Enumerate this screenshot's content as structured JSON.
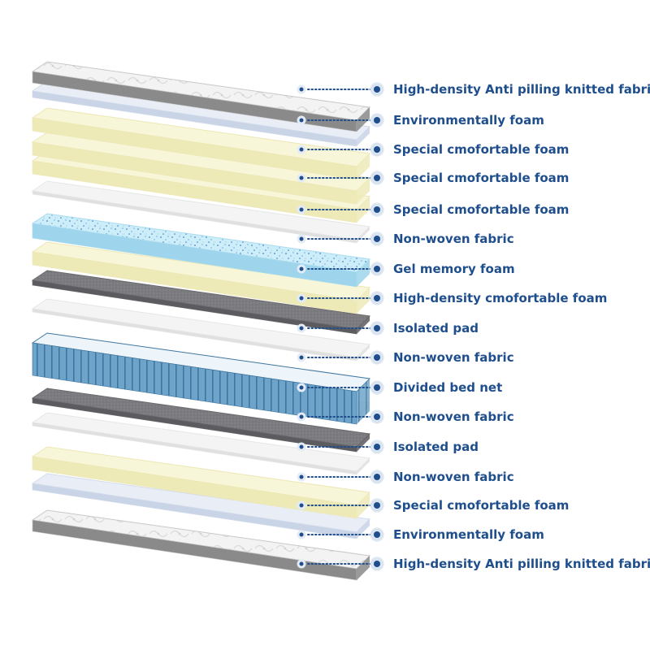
{
  "layers": [
    {
      "label": "High-density Anti pilling knitted fabric",
      "material": "knitted-fabric-top"
    },
    {
      "label": "Environmentally foam",
      "material": "environmental-foam"
    },
    {
      "label": "Special  cmofortable foam",
      "material": "comfort-foam"
    },
    {
      "label": "Special  cmofortable foam",
      "material": "comfort-foam"
    },
    {
      "label": "Special  cmofortable foam",
      "material": "comfort-foam"
    },
    {
      "label": "Non-woven fabric",
      "material": "non-woven"
    },
    {
      "label": "Gel memory foam",
      "material": "gel-memory-foam"
    },
    {
      "label": "High-density cmofortable foam",
      "material": "comfort-foam"
    },
    {
      "label": "Isolated pad",
      "material": "isolated-pad"
    },
    {
      "label": "Non-woven fabric",
      "material": "non-woven"
    },
    {
      "label": "Divided bed net",
      "material": "spring-net"
    },
    {
      "label": "Non-woven fabric",
      "material": "non-woven"
    },
    {
      "label": "Isolated pad",
      "material": "isolated-pad"
    },
    {
      "label": "Non-woven fabric",
      "material": "non-woven"
    },
    {
      "label": "Special  cmofortable foam",
      "material": "comfort-foam"
    },
    {
      "label": "Environmentally foam",
      "material": "environmental-foam"
    },
    {
      "label": "High-density Anti pilling knitted fabric",
      "material": "knitted-fabric-bottom"
    }
  ],
  "colors": {
    "label_text": "#1f4e8c",
    "connector": "#1f4e8c",
    "knitted_fabric": "#f1f1f1",
    "environmental_foam": "#e9eef6",
    "comfort_foam": "#f8f6d8",
    "non_woven": "#f4f4f4",
    "gel_foam": "#c9ecf7",
    "gel_speckle": "#4a90d9",
    "isolated_pad": "#7a7a7e",
    "spring_net": "#5e97c0"
  }
}
